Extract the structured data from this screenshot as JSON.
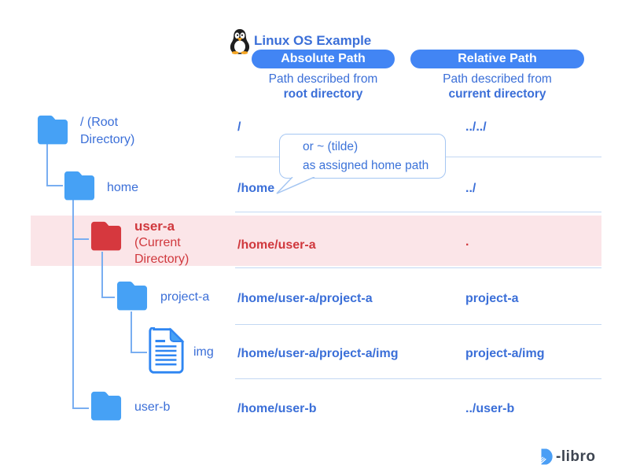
{
  "header": {
    "os_label": "Linux OS Example",
    "columns": [
      {
        "title": "Absolute Path",
        "subtitle": "Path described from",
        "subtitle_bold": "root directory"
      },
      {
        "title": "Relative Path",
        "subtitle": "Path described from",
        "subtitle_bold": "current directory"
      }
    ]
  },
  "callout": {
    "line1": "or ~ (tilde)",
    "line2": "as assigned home path"
  },
  "tree": {
    "root": {
      "line1": "/ (Root",
      "line2": "Directory)"
    },
    "home": {
      "label": "home"
    },
    "user_a": {
      "label": "user-a",
      "note1": "(Current",
      "note2": "Directory)"
    },
    "project_a": {
      "label": "project-a"
    },
    "img": {
      "label": "img"
    },
    "user_b": {
      "label": "user-b"
    }
  },
  "rows": [
    {
      "absolute": "/",
      "relative": "../../"
    },
    {
      "absolute": "/home",
      "relative": "../"
    },
    {
      "absolute": "/home/user-a",
      "relative": ".",
      "highlighted": "true"
    },
    {
      "absolute": "/home/user-a/project-a",
      "relative": "project-a"
    },
    {
      "absolute": "/home/user-a/project-a/img",
      "relative": "project-a/img"
    },
    {
      "absolute": "/home/user-b",
      "relative": "../user-b"
    }
  ],
  "logo": {
    "text": "-libro"
  },
  "colors": {
    "accent_blue": "#4285f4",
    "folder_blue": "#46a1f5",
    "text_blue": "#3b6fd8",
    "red": "#d0383d",
    "highlight_pink": "#fbe5e8",
    "separator": "#c3d8f3"
  }
}
